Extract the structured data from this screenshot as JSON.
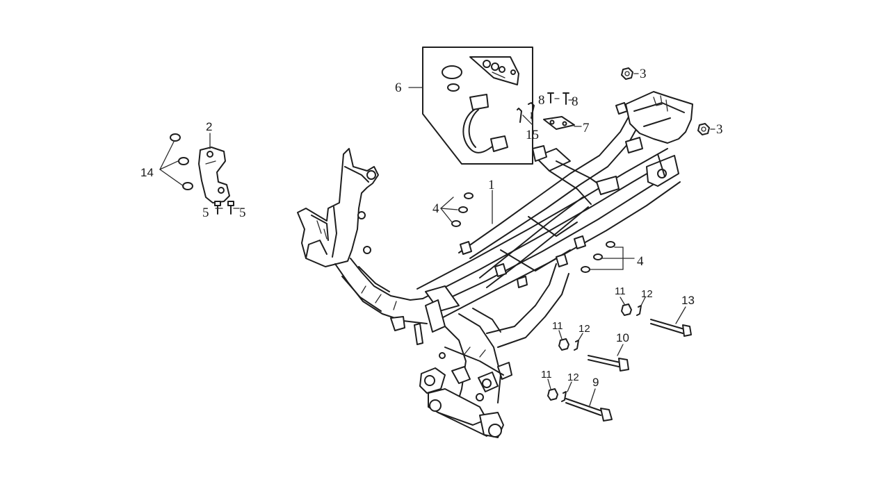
{
  "diagram": {
    "callouts": {
      "c1": "1",
      "c2": "2",
      "c3a": "3",
      "c3b": "3",
      "c4a": "4",
      "c4b": "4",
      "c5a": "5",
      "c5b": "5",
      "c6": "6",
      "c7": "7",
      "c8a": "8",
      "c8b": "8",
      "c9": "9",
      "c10": "10",
      "c11a": "11",
      "c11b": "11",
      "c11c": "11",
      "c12a": "12",
      "c12b": "12",
      "c12c": "12",
      "c13": "13",
      "c14": "14",
      "c15": "15"
    }
  }
}
